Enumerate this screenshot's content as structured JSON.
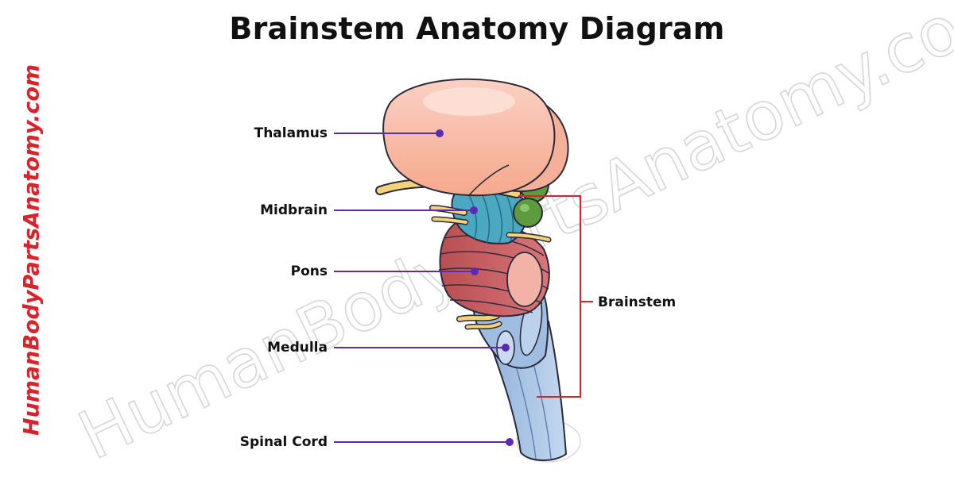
{
  "title": "Brainstem Anatomy Diagram",
  "side_brand": "HumanBodyPartsAnatomy.com",
  "watermark": "HumanBodyPartsAnatomy.com",
  "labels": {
    "thalamus": "Thalamus",
    "midbrain": "Midbrain",
    "pons": "Pons",
    "medulla": "Medulla",
    "spinal_cord": "Spinal Cord",
    "brainstem": "Brainstem"
  },
  "colors": {
    "brand": "#d8232a",
    "leader_line": "#5b2bb5",
    "bracket": "#d8232a",
    "thalamus": "#f7b8a4",
    "midbrain": "#4aa9c0",
    "pons": "#c25b5b",
    "medulla": "#9fbde0",
    "spinal_cord": "#a9c6e6",
    "pineal": "#5e9b3e",
    "nerve": "#f4d27a",
    "outline": "#2a2a3a"
  }
}
